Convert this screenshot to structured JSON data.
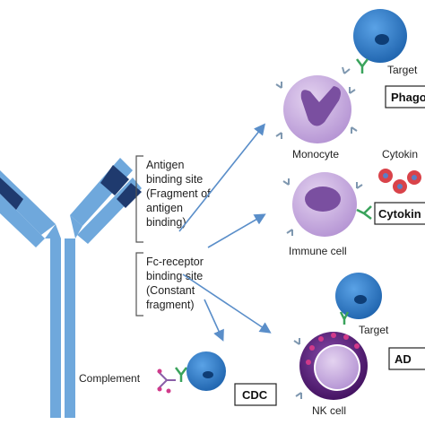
{
  "labels": {
    "antigen_site": [
      "Antigen",
      "binding site",
      "(Fragment of",
      "antigen",
      "binding)"
    ],
    "fc_site": [
      "Fc-receptor",
      "binding site",
      "(Constant",
      "fragment)"
    ],
    "target_top": "Target",
    "target_mid": "Target",
    "monocyte": "Monocyte",
    "immune_cell": "Immune cell",
    "nk_cell": "NK cell",
    "complement": "Complement",
    "cytokine": "Cytokin"
  },
  "boxes": {
    "phagocytosis": "Phago",
    "cytokine": "Cytokin",
    "adcc": "AD",
    "cdc": "CDC"
  },
  "colors": {
    "antibody_light": "#6fa8dc",
    "antibody_dark": "#1f3a6e",
    "arrow": "#5a8ec9",
    "cell_purple": "#c3a6dc",
    "nucleus_purple": "#7a4fa0",
    "target_blue": "#2f78c4",
    "receptor_gray": "#7f98b0",
    "receptor_green": "#3aa35c",
    "nk_dark": "#5b1f7a",
    "cytokine_red": "#d9434a"
  }
}
